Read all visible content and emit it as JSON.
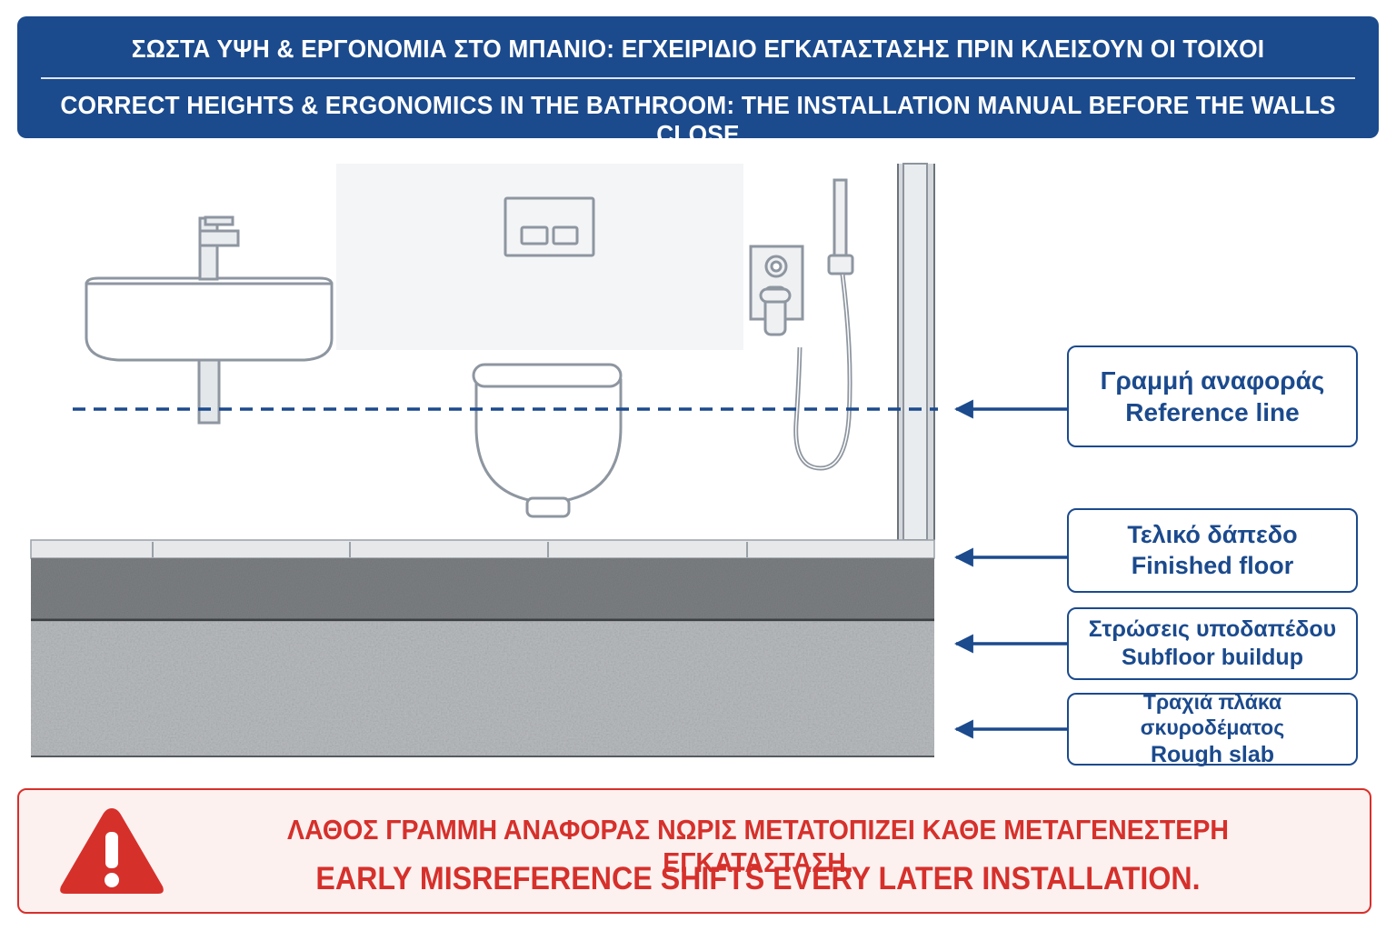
{
  "colors": {
    "primary": "#1b4a8d",
    "alert": "#d6302b",
    "alert_bg": "#fdf1f0",
    "outline": "#a7b0bb",
    "slab": "#b9bcbf"
  },
  "header": {
    "title_el": "ΣΩΣΤΑ ΥΨΗ & ΕΡΓΟΝΟΜΙΑ ΣΤΟ ΜΠΑΝΙΟ: ΕΓΧΕΙΡΙΔΙΟ ΕΓΚΑΤΑΣΤΑΣΗΣ ΠΡΙΝ ΚΛΕΙΣΟΥΝ ΟΙ ΤΟΙΧΟΙ",
    "title_en": "CORRECT HEIGHTS & ERGONOMICS IN THE BATHROOM: THE INSTALLATION MANUAL BEFORE THE WALLS CLOSE"
  },
  "labels": [
    {
      "el": "Γραμμή αναφοράς",
      "en": "Reference line"
    },
    {
      "el": "Τελικό δάπεδο",
      "en": "Finished floor"
    },
    {
      "el": "Στρώσεις υποδαπέδου",
      "en": "Subfloor buildup"
    },
    {
      "el": "Τραχιά πλάκα σκυροδέματος",
      "en": "Rough slab"
    }
  ],
  "warning": {
    "icon": "warning-triangle-icon",
    "text_el": "ΛΑΘΟΣ ΓΡΑΜΜΗ ΑΝΑΦΟΡΑΣ ΝΩΡΙΣ ΜΕΤΑΤΟΠΙΖΕΙ ΚΑΘΕ ΜΕΤΑΓΕΝΕΣΤΕΡΗ ΕΓΚΑΤΑΣΤΑΣΗ.",
    "text_en": "EARLY MISREFERENCE SHIFTS EVERY LATER INSTALLATION."
  },
  "fixtures": [
    "sink",
    "mixer-tap",
    "flush-plate",
    "wall-hung-toilet",
    "shower-mixer",
    "hand-shower"
  ]
}
